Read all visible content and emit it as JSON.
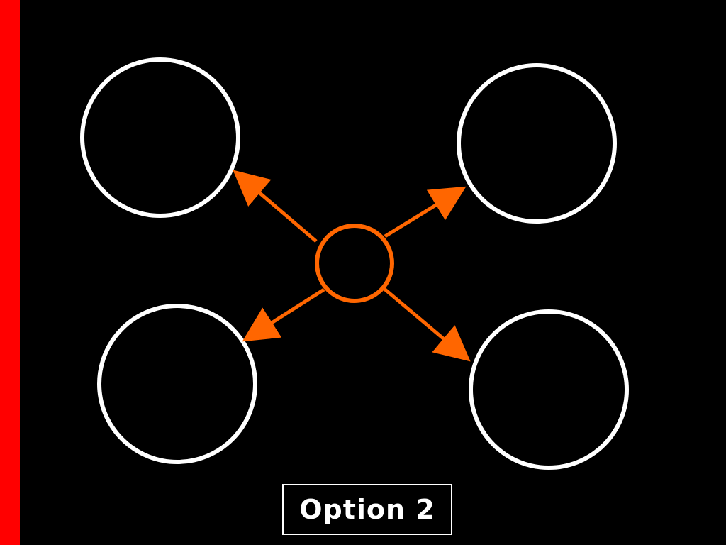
{
  "colors": {
    "background": "#000000",
    "left_bar": "#ff0000",
    "outer_circle_stroke": "#ffffff",
    "hub_stroke": "#ff6600",
    "arrow": "#ff6600"
  },
  "diagram": {
    "type": "hub-and-spoke",
    "hub": "center-circle",
    "spokes": [
      "top-left",
      "top-right",
      "bottom-left",
      "bottom-right"
    ],
    "arrow_direction": "outward-from-hub"
  },
  "caption": {
    "label": "Option 2"
  }
}
